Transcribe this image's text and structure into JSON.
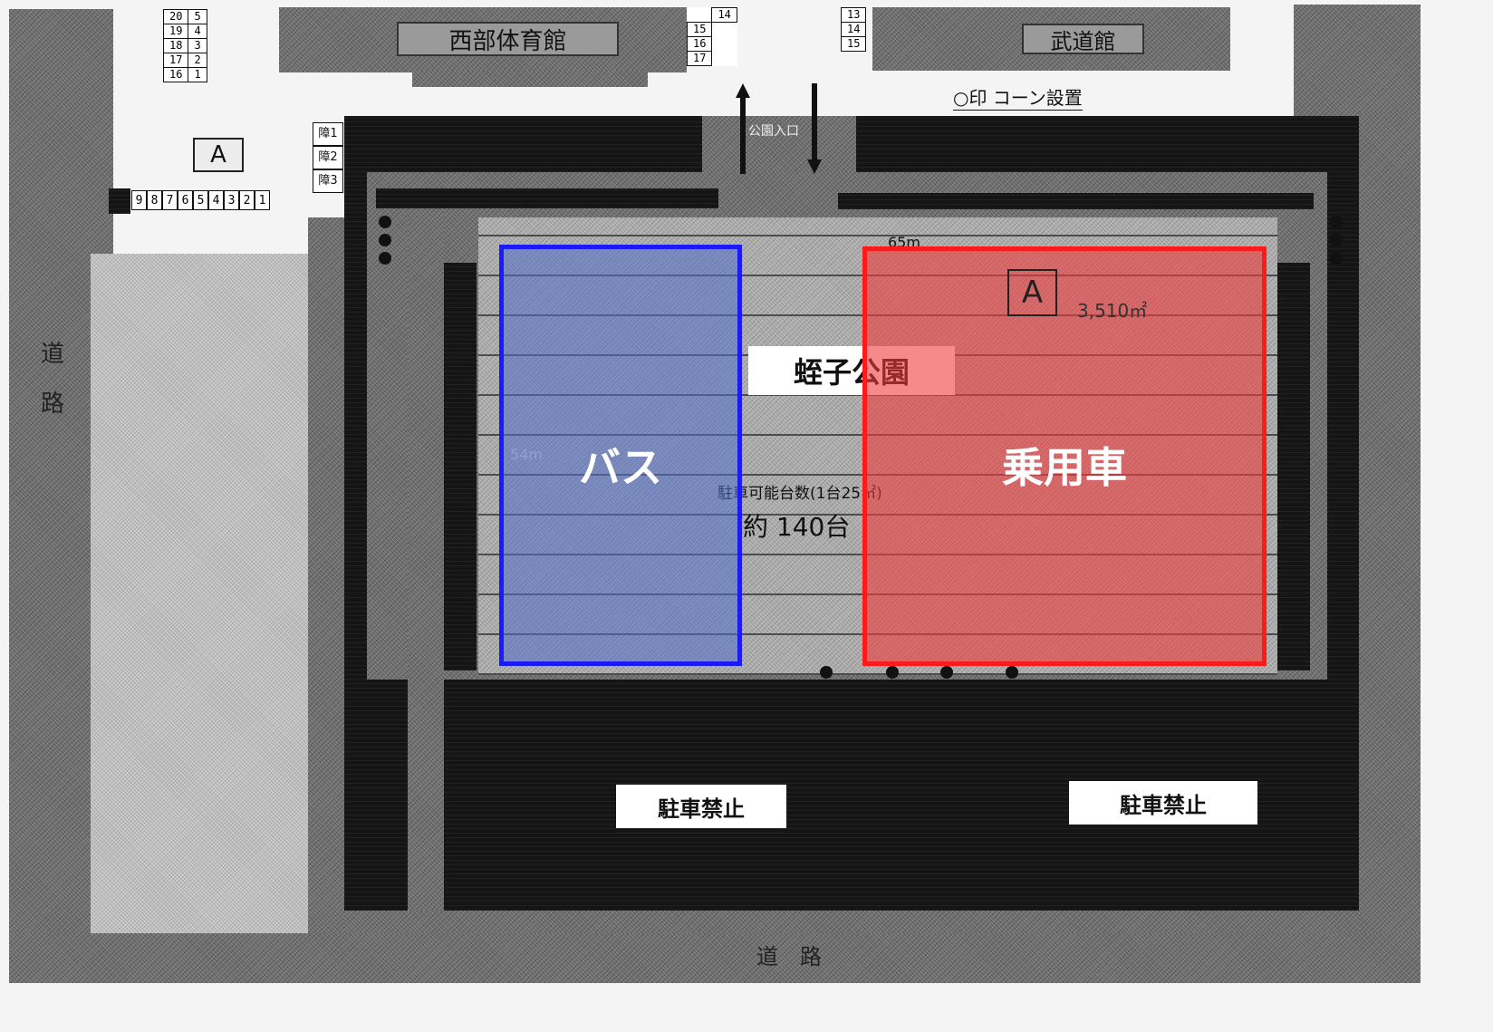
{
  "buildings": {
    "gym": "西部体育館",
    "dojo": "武道館"
  },
  "notes": {
    "cone": "○印 コーン設置",
    "entrance": "公園入口",
    "dim_width": "65m",
    "dim_height": "54m",
    "area_marker": "A",
    "area": "3,510㎡",
    "capacity_line1": "駐車可能台数(1台25㎡)",
    "capacity_line2": "約 140台"
  },
  "park_name": "蛭子公園",
  "zones": {
    "bus": "バス",
    "car": "乗用車"
  },
  "no_parking": [
    "駐車禁止",
    "駐車禁止"
  ],
  "roads": {
    "left_top": "道",
    "left_bottom": "路",
    "bottom": "道　路"
  },
  "lot_a": {
    "marker": "A",
    "accessible": [
      "障1",
      "障2",
      "障3"
    ],
    "slots": [
      "9",
      "8",
      "7",
      "6",
      "5",
      "4",
      "3",
      "2",
      "1"
    ]
  },
  "left_table": [
    [
      "20",
      "5"
    ],
    [
      "19",
      "4"
    ],
    [
      "18",
      "3"
    ],
    [
      "17",
      "2"
    ],
    [
      "16",
      "1"
    ]
  ],
  "mid_table": [
    "14",
    "15",
    "16",
    "17"
  ],
  "right_table": [
    "13",
    "14",
    "15"
  ],
  "colors": {
    "bus_zone": "#1a1aff",
    "car_zone": "#ff1a1a"
  }
}
